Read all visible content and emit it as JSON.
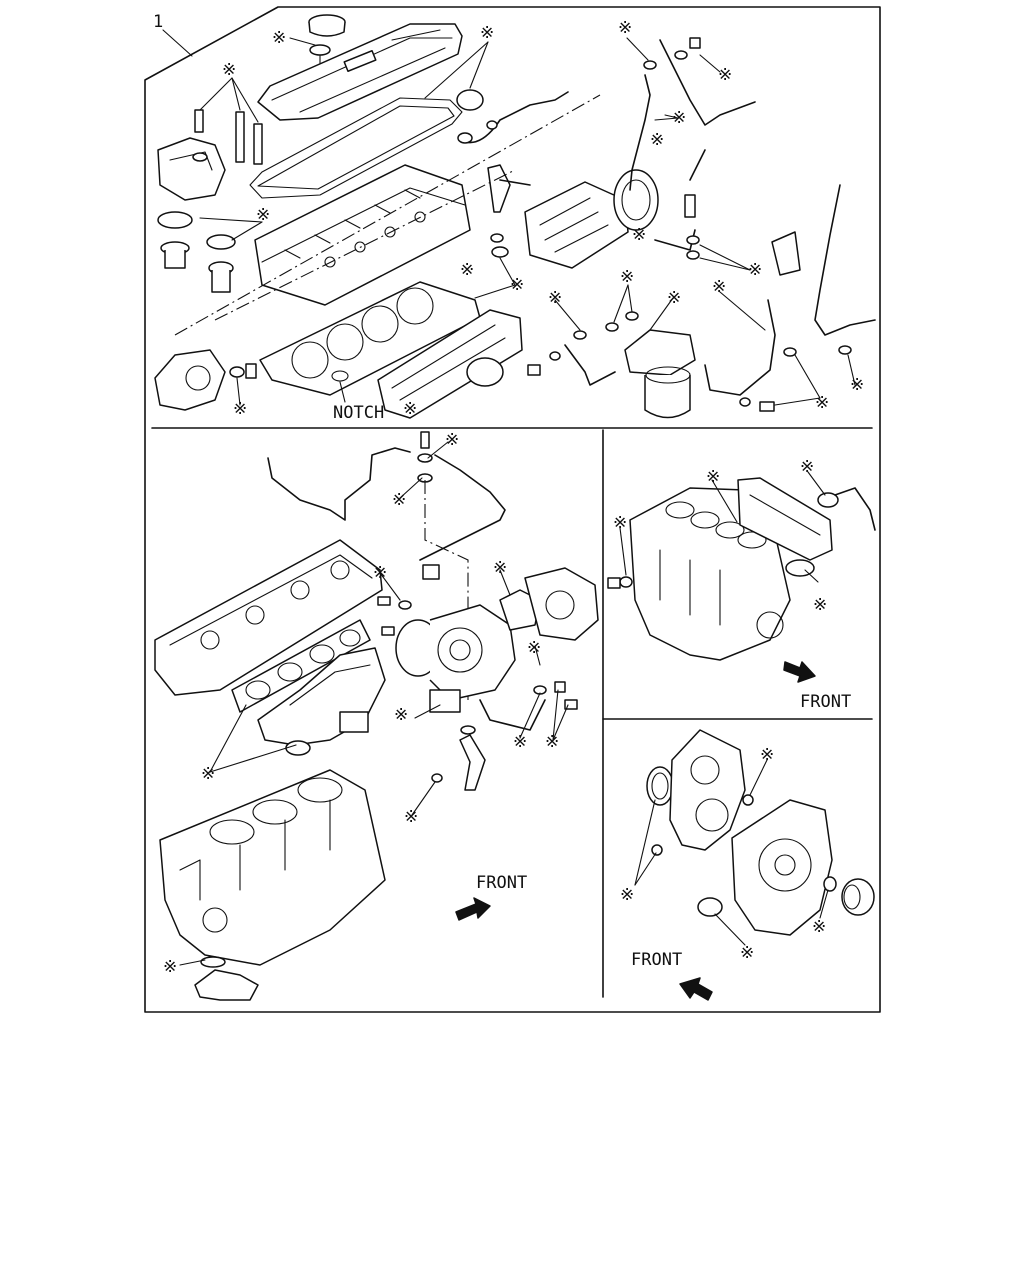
{
  "diagram": {
    "callout_number": "1",
    "notch_label": "NOTCH",
    "front_labels": [
      "FRONT",
      "FRONT",
      "FRONT"
    ],
    "kit_marker_symbol": "※"
  }
}
